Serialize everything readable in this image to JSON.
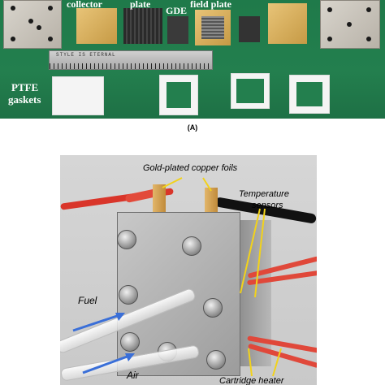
{
  "panel_a": {
    "labels": {
      "collector": "collector",
      "plate": "plate",
      "gde": "GDE",
      "field_plate": "field plate",
      "ptfe_line1": "PTFE",
      "ptfe_line2": "gaskets"
    },
    "ruler_text": "STYLE IS ETERNAL",
    "caption": "(A)"
  },
  "panel_b": {
    "labels": {
      "foils": "Gold-plated copper foils",
      "temp_line1": "Temperature",
      "temp_line2": "sensors",
      "fuel": "Fuel",
      "air": "Air",
      "heater": "Cartridge heater"
    }
  },
  "colors": {
    "green_mat": "#237f4e",
    "gold": "#c69a45",
    "wire_red": "#d9352a",
    "arrow_blue": "#3a6fd8",
    "arrow_yellow": "#f2d21b"
  }
}
